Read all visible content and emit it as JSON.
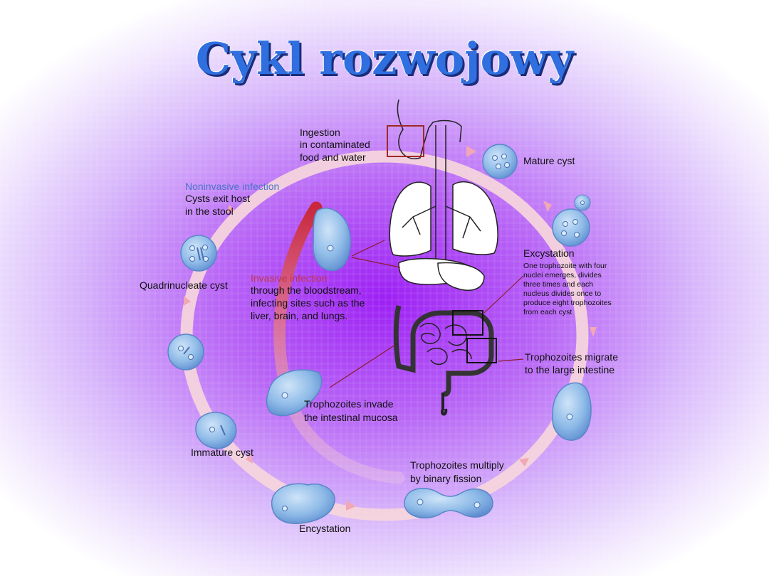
{
  "title": "Cykl rozwojowy",
  "labels": {
    "ingestion": [
      "Ingestion",
      "in contaminated",
      "food and water"
    ],
    "mature_cyst": "Mature cyst",
    "noninvasive_heading": "Noninvasive infection",
    "noninvasive_body": [
      "Cysts exit host",
      "in the stool"
    ],
    "excystation_heading": "Excystation",
    "excystation_body": [
      "One trophozoite with four",
      "nuclei emerges, divides",
      "three times and each",
      "nucleus divides once to",
      "produce eight trophozoites",
      "from each cyst"
    ],
    "quadrinucleate_cyst": "Quadrinucleate cyst",
    "invasive_heading": "Invasive infection",
    "invasive_body": [
      "through the bloodstream,",
      "infecting sites such as the",
      "liver, brain, and lungs."
    ],
    "migrate": [
      "Trophozoites  migrate",
      "to the large intestine"
    ],
    "invade": [
      "Trophozoites invade",
      "the intestinal mucosa"
    ],
    "immature_cyst": "Immature cyst",
    "multiply": [
      "Trophozoites multiply",
      "by binary fission"
    ],
    "encystation": "Encystation"
  },
  "colors": {
    "title": "#2f6fe0",
    "cycle_ring": "#f6d6dc",
    "cell_fill": "#7fb2e6",
    "noninvasive": "#4a74c8",
    "invasive": "#c0354a",
    "highlight_box": "#a02828"
  }
}
